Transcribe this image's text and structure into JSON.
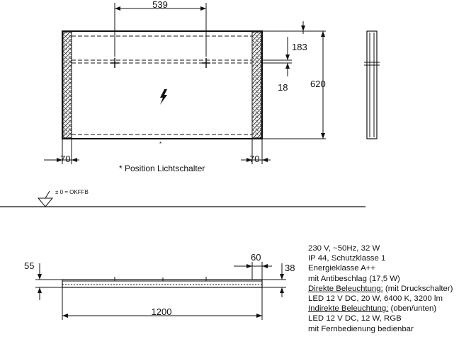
{
  "front_view": {
    "dims": {
      "switch_spacing": "539",
      "top_offset": "183",
      "gap": "18",
      "height": "620",
      "left_margin": "70",
      "right_margin": "70"
    },
    "switch_note": "* Position Lichtschalter",
    "asterisk": "*"
  },
  "floor_label": "± 0 = OKFFB",
  "top_view": {
    "dims": {
      "depth": "55",
      "offset": "60",
      "thickness": "38",
      "width": "1200"
    }
  },
  "specs": {
    "line1": "230 V, ~50Hz, 32 W",
    "line2": "IP 44, Schutzklasse 1",
    "line3": "Energieklasse A++",
    "line4": "mit Antibeschlag (17,5 W)",
    "direct_label": "Direkte Beleuchtung:",
    "direct_suffix": " (mit Druckschalter)",
    "line6": "LED 12 V DC, 20 W, 6400 K, 3200 lm",
    "indirect_label": "Indirekte Beleuchtung:",
    "indirect_suffix": " (oben/unten)",
    "line8": "LED 12 V DC, 12 W, RGB",
    "line9": "mit Fernbedienung bedienbar"
  }
}
